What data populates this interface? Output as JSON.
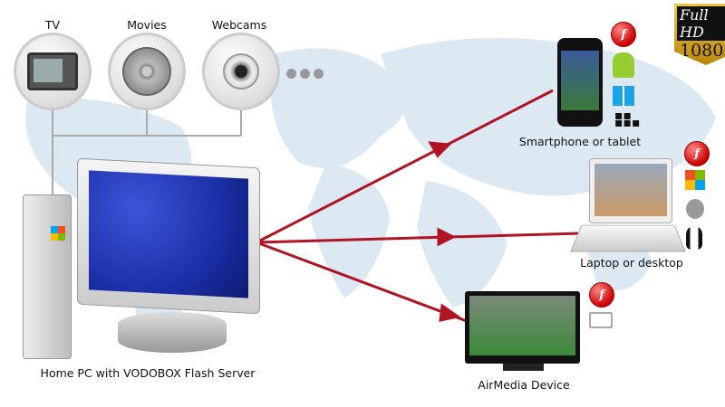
{
  "sources": [
    {
      "label": "TV",
      "icon": "tv-icon"
    },
    {
      "label": "Movies",
      "icon": "film-reel-icon"
    },
    {
      "label": "Webcams",
      "icon": "webcam-icon"
    }
  ],
  "more_icon": "ellipsis-icon",
  "server": {
    "label": "Home PC with VODOBOX Flash Server"
  },
  "devices": {
    "smartphone": {
      "label": "Smartphone or tablet"
    },
    "laptop": {
      "label": "Laptop or desktop"
    },
    "airmedia": {
      "label": "AirMedia Device"
    }
  },
  "badge": {
    "line1": "Full HD",
    "line2": "1080"
  },
  "flash_glyph": "f",
  "colors": {
    "arrow": "#b01424",
    "screen": "#1b2fa8",
    "map": "#dce9f3",
    "badge": "#d6a520"
  }
}
